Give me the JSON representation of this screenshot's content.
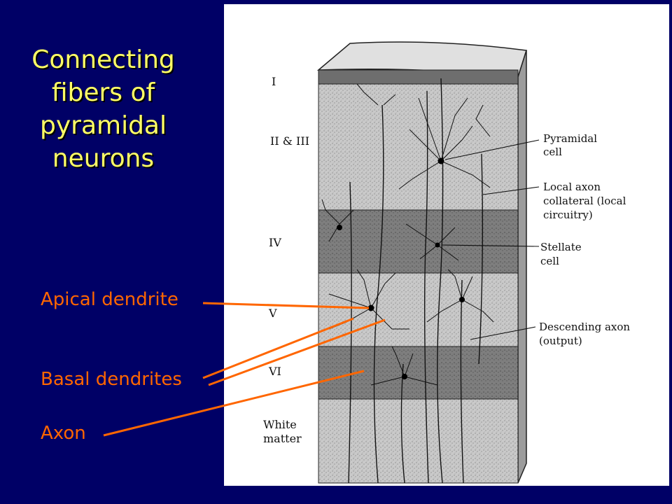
{
  "slide": {
    "title": "Connecting fibers of pyramidal neurons",
    "background_color": "#000066",
    "title_color": "#ffff66",
    "callout_color": "#ff6600"
  },
  "callouts": {
    "apical": "Apical dendrite",
    "basal": "Basal dendrites",
    "axon": "Axon"
  },
  "figure": {
    "layers": {
      "l1": "I",
      "l23": "II & III",
      "l4": "IV",
      "l5": "V",
      "l6": "VI",
      "wm_line1": "White",
      "wm_line2": "matter"
    },
    "labels": {
      "pyramidal_1": "Pyramidal",
      "pyramidal_2": "cell",
      "local_1": "Local axon",
      "local_2": "collateral (local",
      "local_3": "circuitry)",
      "stellate_1": "Stellate",
      "stellate_2": "cell",
      "descending_1": "Descending axon",
      "descending_2": "(output)"
    }
  }
}
